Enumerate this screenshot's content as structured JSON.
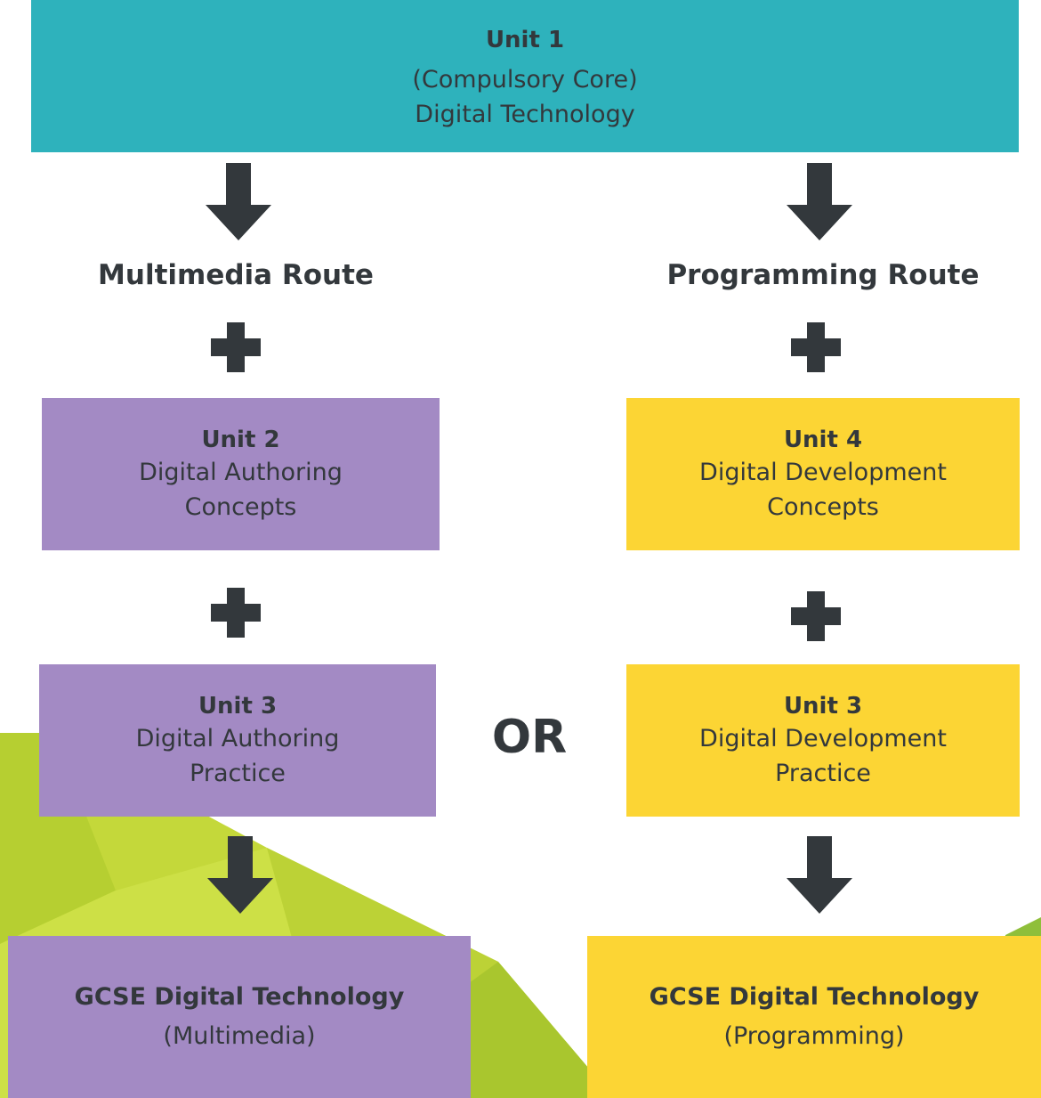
{
  "top_unit": {
    "title": "Unit 1",
    "line1": "(Compulsory Core)",
    "line2": "Digital Technology"
  },
  "routes": {
    "multimedia": {
      "label": "Multimedia Route",
      "unit_a": {
        "title": "Unit 2",
        "line1": "Digital Authoring",
        "line2": "Concepts"
      },
      "unit_b": {
        "title": "Unit 3",
        "line1": "Digital Authoring",
        "line2": "Practice"
      },
      "outcome": {
        "title": "GCSE Digital Technology",
        "subtitle": "(Multimedia)"
      }
    },
    "programming": {
      "label": "Programming Route",
      "unit_a": {
        "title": "Unit 4",
        "line1": "Digital Development",
        "line2": "Concepts"
      },
      "unit_b": {
        "title": "Unit 3",
        "line1": "Digital Development",
        "line2": "Practice"
      },
      "outcome": {
        "title": "GCSE Digital Technology",
        "subtitle": "(Programming)"
      }
    }
  },
  "separator": "OR",
  "colors": {
    "teal": "#2eb2bc",
    "purple": "#a38ac4",
    "yellow": "#fcd534",
    "text": "#33383c",
    "green_background": "#c4d83a"
  },
  "icons": {
    "arrow": "down-arrow-icon",
    "plus": "plus-icon"
  }
}
